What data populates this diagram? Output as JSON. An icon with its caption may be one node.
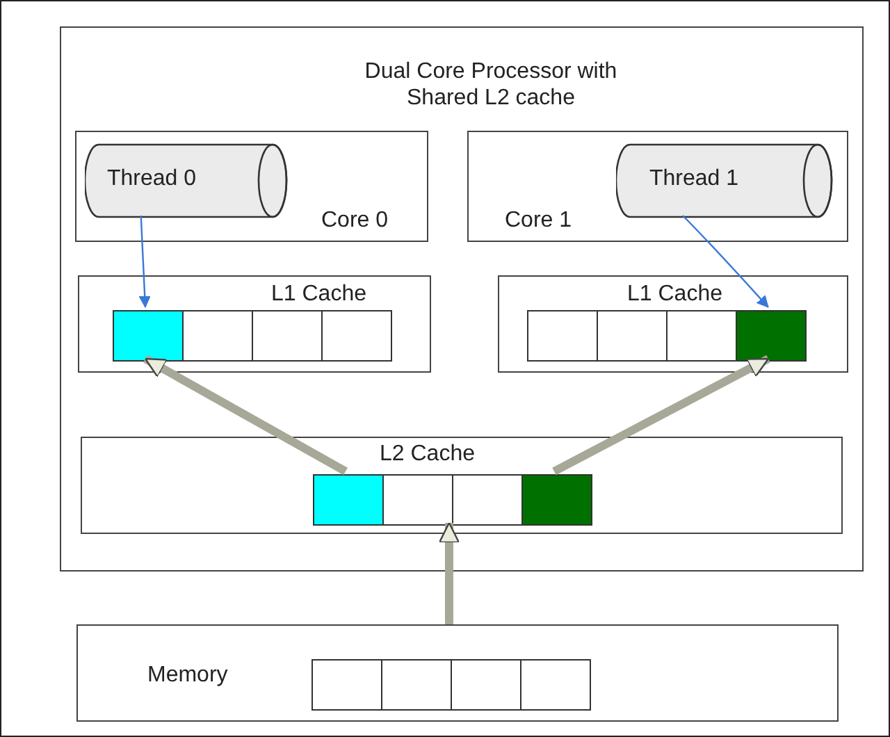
{
  "diagram": {
    "nodes": [
      {
        "text": [
          "Dual Core Processor with Shared L2 cache"
        ]
      },
      {
        "text": [
          "Core 0"
        ],
        "in": 0
      },
      {
        "text": [
          "Thread 0"
        ],
        "in": 1
      },
      {
        "text": [
          "Core 1"
        ],
        "in": 0
      },
      {
        "text": [
          "Thread 1"
        ],
        "in": 3
      },
      {
        "text": [
          "L1 Cache"
        ],
        "in": 0
      },
      {
        "text": [],
        "shape": "box",
        "in": 5
      },
      {
        "text": [],
        "shape": "box",
        "in": 5
      },
      {
        "text": [],
        "shape": "box",
        "in": 5
      },
      {
        "text": [],
        "shape": "box",
        "in": 5
      },
      {
        "text": [
          "L1 Cache"
        ],
        "in": 0
      },
      {
        "text": [],
        "shape": "box",
        "in": 10
      },
      {
        "text": [],
        "shape": "box",
        "in": 10
      },
      {
        "text": [],
        "shape": "box",
        "in": 10
      },
      {
        "text": [],
        "shape": "box",
        "in": 10
      },
      {
        "text": [
          "L2 Cache"
        ],
        "in": 0
      },
      {
        "text": [],
        "shape": "box",
        "in": 15
      },
      {
        "text": [],
        "shape": "box",
        "in": 15
      },
      {
        "text": [],
        "shape": "box",
        "in": 15
      },
      {
        "text": [],
        "shape": "box",
        "in": 15
      },
      {
        "text": [
          "Memory"
        ]
      },
      {
        "text": [],
        "shape": "box",
        "in": 20
      },
      {
        "text": [],
        "shape": "box",
        "in": 20
      },
      {
        "text": [],
        "shape": "box",
        "in": 20
      },
      {
        "text": [],
        "shape": "box",
        "in": 20
      }
    ],
    "edges": [
      {
        "from": 2,
        "to": 6,
        "arrow": "to",
        "color": "#3a78d8"
      },
      {
        "from": 4,
        "to": 14,
        "arrow": "to",
        "color": "#3a78d8"
      },
      {
        "from": 16,
        "to": 6,
        "arrow": "to"
      },
      {
        "from": 19,
        "to": 14,
        "arrow": "to"
      },
      {
        "from": 20,
        "to": 17,
        "arrow": "to"
      }
    ]
  }
}
